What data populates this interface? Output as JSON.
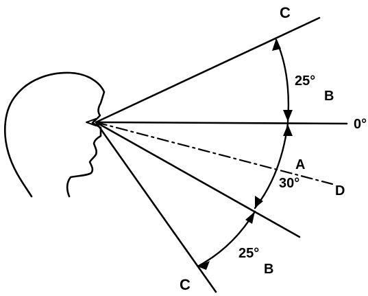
{
  "diagram": {
    "labels": {
      "c_top": "C",
      "b_top": "B",
      "angle_top": "25°",
      "zero": "0°",
      "a": "A",
      "angle_mid": "30°",
      "d": "D",
      "angle_bottom": "25°",
      "b_bottom": "B",
      "c_bottom": "C"
    },
    "colors": {
      "ink": "#000000",
      "background": "#ffffff"
    }
  }
}
